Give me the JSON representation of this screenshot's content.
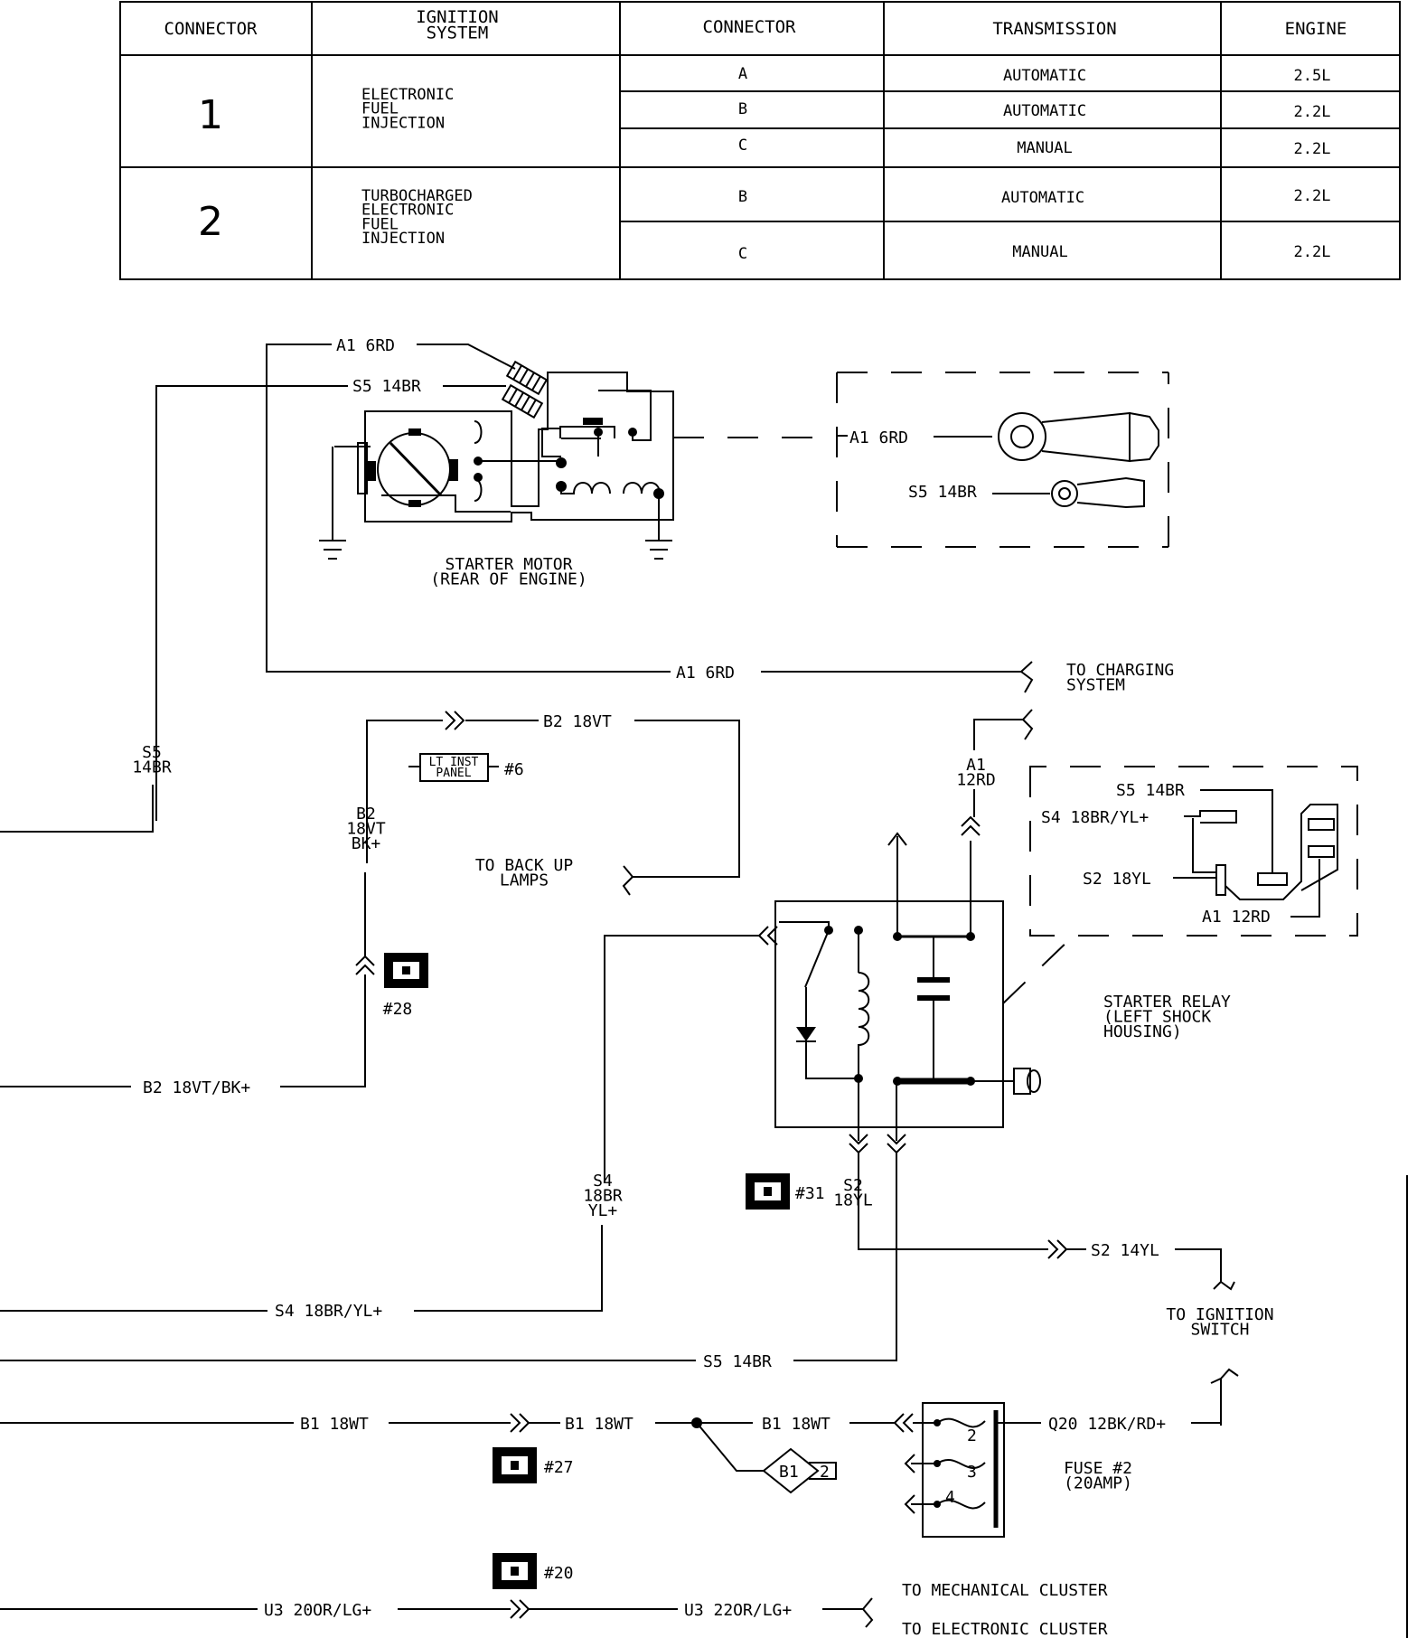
{
  "table": {
    "headers": [
      "CONNECTOR",
      "IGNITION\nSYSTEM",
      "CONNECTOR",
      "TRANSMISSION",
      "ENGINE"
    ],
    "groups": [
      {
        "connector": "1",
        "ignition": "ELECTRONIC\nFUEL\nINJECTION",
        "rows": [
          {
            "conn": "A",
            "trans": "AUTOMATIC",
            "engine": "2.5L"
          },
          {
            "conn": "B",
            "trans": "AUTOMATIC",
            "engine": "2.2L"
          },
          {
            "conn": "C",
            "trans": "MANUAL",
            "engine": "2.2L"
          }
        ]
      },
      {
        "connector": "2",
        "ignition": "TURBOCHARGED\nELECTRONIC\nFUEL\nINJECTION",
        "rows": [
          {
            "conn": "B",
            "trans": "AUTOMATIC",
            "engine": "2.2L"
          },
          {
            "conn": "C",
            "trans": "MANUAL",
            "engine": "2.2L"
          }
        ]
      }
    ]
  },
  "wires": {
    "a1_6rd_top": "A1 6RD",
    "s5_14br_top": "S5 14BR",
    "a1_6rd_inset": "A1 6RD",
    "s5_14br_inset": "S5 14BR",
    "a1_6rd_charging": "A1 6RD",
    "s5_vertical": "S5\n14BR",
    "b2_18vt_top": "B2 18VT",
    "b2_vertical": "B2\n18VT\nBK+",
    "b2_18vt_bk": "B2 18VT/BK+",
    "a1_12rd_vertical": "A1\n12RD",
    "relay_s5": "S5 14BR",
    "relay_s4": "S4 18BR/YL+",
    "relay_s2": "S2 18YL",
    "relay_a1": "A1 12RD",
    "s4_vertical": "S4\n18BR\nYL+",
    "s2_vertical": "S2\n18YL",
    "s2_14yl": "S2 14YL",
    "s4_18br_yl": "S4 18BR/YL+",
    "s5_14br_bottom": "S5 14BR",
    "b1_18wt_left": "B1 18WT",
    "b1_18wt_mid": "B1 18WT",
    "b1_18wt_right": "B1 18WT",
    "q20": "Q20 12BK/RD+",
    "u3_left": "U3 20OR/LG+",
    "u3_right": "U3 22OR/LG+"
  },
  "labels": {
    "starter_motor": "STARTER MOTOR\n(REAR OF ENGINE)",
    "to_charging": "TO CHARGING\nSYSTEM",
    "lt_inst_panel": "LT INST\nPANEL",
    "lt_inst_ref": "#6",
    "to_backup": "TO BACK UP\nLAMPS",
    "starter_relay": "STARTER RELAY\n(LEFT SHOCK\nHOUSING)",
    "to_ignition": "TO IGNITION\nSWITCH",
    "fuse": "FUSE #2\n(20AMP)",
    "b1_splice": "B1",
    "b1_splice_num": "2",
    "to_mech": "TO MECHANICAL CLUSTER",
    "to_elec": "TO ELECTRONIC CLUSTER",
    "fuse_terms": [
      "2",
      "3",
      "4"
    ]
  },
  "connectors": {
    "c28": "#28",
    "c31": "#31",
    "c27": "#27",
    "c20": "#20"
  }
}
